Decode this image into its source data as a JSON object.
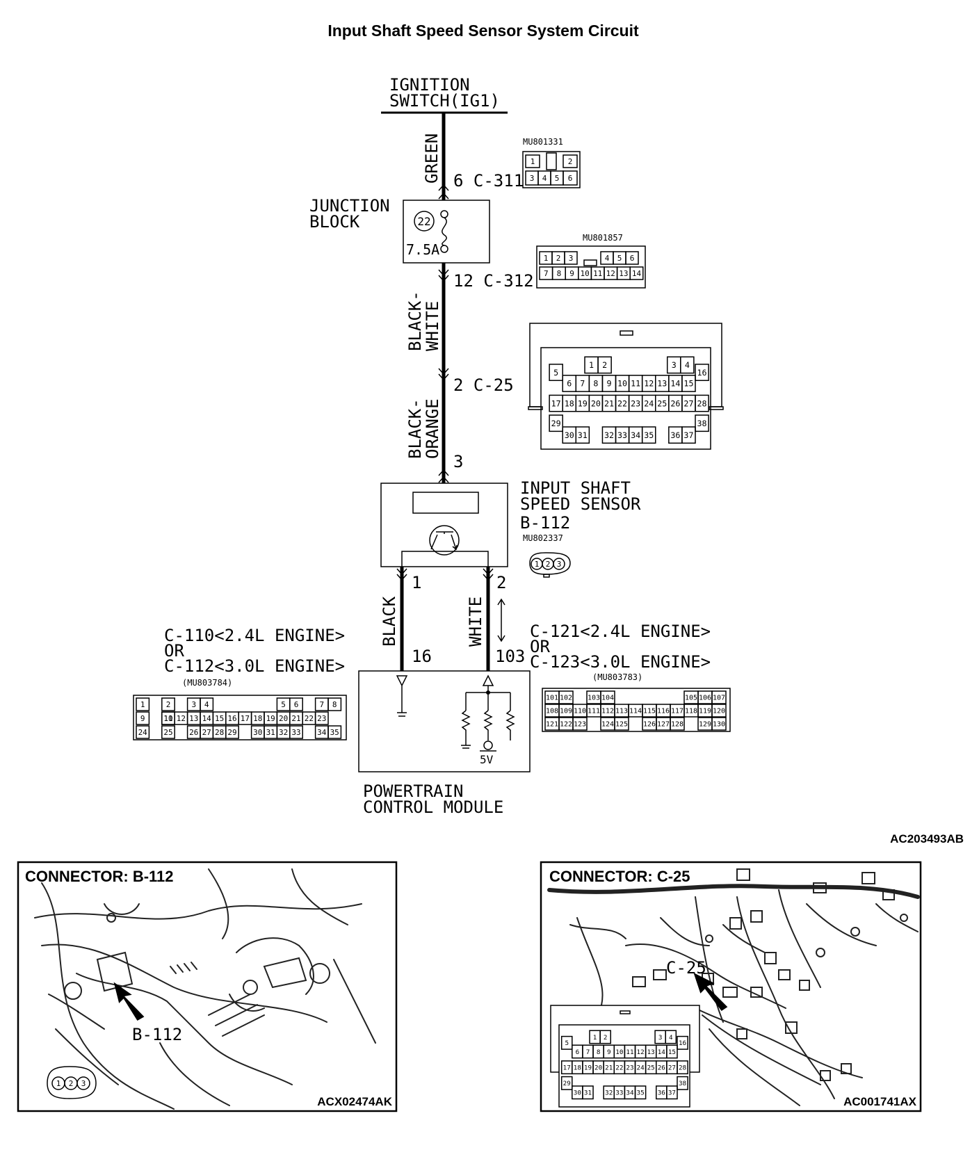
{
  "title": "Input Shaft Speed Sensor System Circuit",
  "figure_code": "AC203493AB",
  "ignition_switch": {
    "line1": "IGNITION",
    "line2": "SWITCH(IG1)"
  },
  "wires": {
    "top": "GREEN",
    "middle_line1": "BLACK-",
    "middle_line2": "WHITE",
    "lower_line1": "BLACK-",
    "lower_line2": "ORANGE",
    "left": "BLACK",
    "right": "WHITE"
  },
  "connector_labels": {
    "c311": "6 C-311",
    "c312": "12 C-312",
    "c25": "2 C-25",
    "sensor_pin3": "3",
    "sensor_pin1": "1",
    "sensor_pin2": "2",
    "pcm_pin16": "16",
    "pcm_pin103": "103"
  },
  "junction_block": {
    "line1": "JUNCTION",
    "line2": "BLOCK",
    "fuse_number": "22",
    "fuse_rating": "7.5A"
  },
  "sensor": {
    "line1": "INPUT SHAFT",
    "line2": "SPEED SENSOR",
    "connector": "B-112",
    "part": "MU802337"
  },
  "pcm": {
    "line1": "POWERTRAIN",
    "line2": "CONTROL MODULE",
    "voltage": "5V"
  },
  "left_connector": {
    "line1": "C-110<2.4L ENGINE>",
    "line2": "OR",
    "line3": "C-112<3.0L ENGINE>",
    "part": "(MU803784)"
  },
  "right_connector": {
    "line1": "C-121<2.4L ENGINE>",
    "line2": "OR",
    "line3": "C-123<3.0L ENGINE>",
    "part": "(MU803783)"
  },
  "connector_parts": {
    "c311": "MU801331",
    "c312": "MU801857"
  },
  "pins": {
    "c311_top": [
      "1",
      "2"
    ],
    "c311_bottom": [
      "3",
      "4",
      "5",
      "6"
    ],
    "c312_top": [
      "1",
      "2",
      "3",
      "4",
      "5",
      "6"
    ],
    "c312_bottom": [
      "7",
      "8",
      "9",
      "10",
      "11",
      "12",
      "13",
      "14"
    ],
    "sensor": [
      "1",
      "2",
      "3"
    ],
    "c25_row1": [
      "1",
      "2",
      "3",
      "4"
    ],
    "c25_row2": [
      "5",
      "6",
      "7",
      "8",
      "9",
      "10",
      "11",
      "12",
      "13",
      "14",
      "15",
      "16"
    ],
    "c25_row3": [
      "17",
      "18",
      "19",
      "20",
      "21",
      "22",
      "23",
      "24",
      "25",
      "26",
      "27",
      "28"
    ],
    "c25_row4": [
      "29",
      "30",
      "31",
      "32",
      "33",
      "34",
      "35",
      "36",
      "37",
      "38"
    ],
    "pcmL_row1": [
      "1",
      "2",
      "3",
      "4",
      "5",
      "6",
      "7",
      "8"
    ],
    "pcmL_row2": [
      "9",
      "10",
      "11",
      "12",
      "13",
      "14",
      "15",
      "16",
      "17",
      "18",
      "19",
      "20",
      "21",
      "22",
      "23"
    ],
    "pcmL_row3": [
      "24",
      "25",
      "26",
      "27",
      "28",
      "29",
      "30",
      "31",
      "32",
      "33",
      "34",
      "35"
    ],
    "pcmR_row1": [
      "101",
      "102",
      "103",
      "104",
      "105",
      "106",
      "107"
    ],
    "pcmR_row2": [
      "108",
      "109",
      "110",
      "111",
      "112",
      "113",
      "114",
      "115",
      "116",
      "117",
      "118",
      "119",
      "120"
    ],
    "pcmR_row3": [
      "121",
      "122",
      "123",
      "124",
      "125",
      "126",
      "127",
      "128",
      "129",
      "130"
    ]
  },
  "photo_left": {
    "title": "CONNECTOR: B-112",
    "pointer": "B-112",
    "code": "ACX02474AK"
  },
  "photo_right": {
    "title": "CONNECTOR: C-25",
    "pointer": "C-25",
    "code": "AC001741AX"
  }
}
